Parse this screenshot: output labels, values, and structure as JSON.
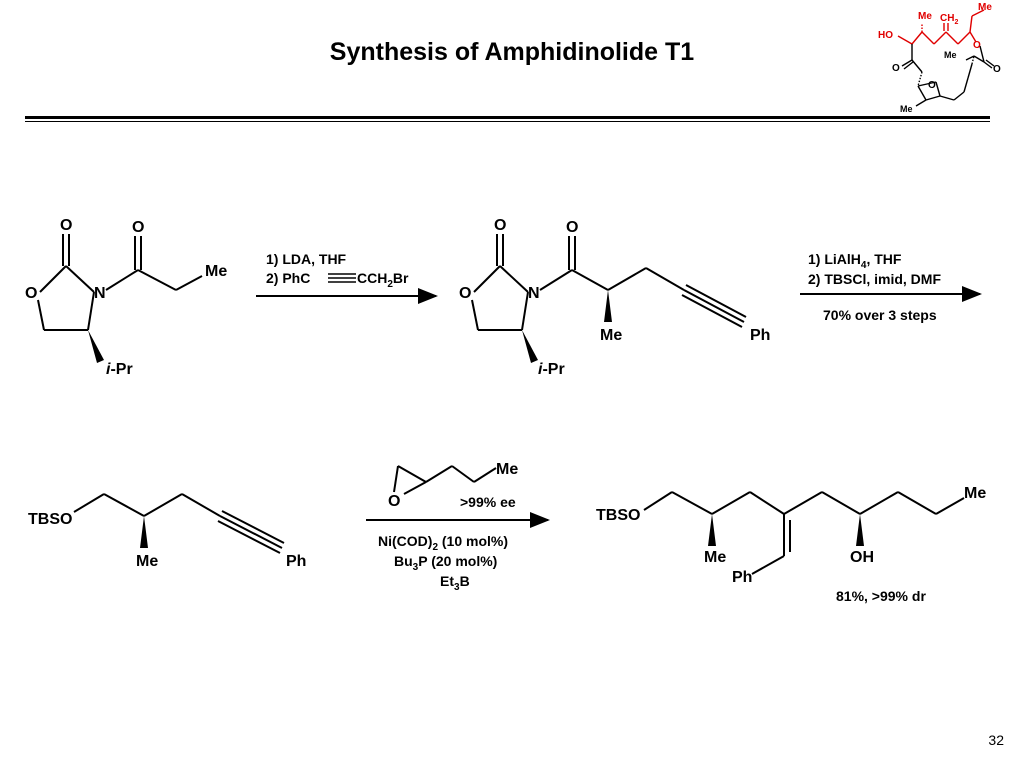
{
  "slide": {
    "title": "Synthesis of Amphidinolide T1",
    "page_number": "32"
  },
  "colors": {
    "target_highlight": "#e00000",
    "ink": "#000000"
  },
  "target_molecule": {
    "labels": {
      "ho": "HO",
      "me_top": "Me",
      "ch": "CH",
      "ch_sub": "2",
      "me_right": "Me",
      "o_ring": "O",
      "o_ketone": "O",
      "me_lactone": "Me",
      "o_lactone": "O",
      "o_thf": "O",
      "me_bottom": "Me"
    }
  },
  "row1": {
    "oxazolidinone_1": {
      "o_carbonyl": "O",
      "o_acyl": "O",
      "o_ring": "O",
      "n": "N",
      "me": "Me",
      "ipr_i": "i",
      "ipr_rest": "-Pr"
    },
    "step1": {
      "line1": "1)  LDA, THF",
      "line2_prefix": "2)  PhC",
      "line2_suffix": "CCH",
      "line2_sub": "2",
      "line2_end": "Br"
    },
    "oxazolidinone_2": {
      "o_carbonyl": "O",
      "o_acyl": "O",
      "o_ring": "O",
      "n": "N",
      "me": "Me",
      "ph": "Ph",
      "ipr_i": "i",
      "ipr_rest": "-Pr"
    },
    "step2": {
      "line1_prefix": "1) LiAlH",
      "line1_sub": "4",
      "line1_suffix": ", THF",
      "line2": "2) TBSCl, imid, DMF",
      "yield": "70% over 3 steps"
    }
  },
  "row2": {
    "alkyne": {
      "tbso": "TBSO",
      "me": "Me",
      "ph": "Ph"
    },
    "step3": {
      "epoxide": {
        "o": "O",
        "me": "Me"
      },
      "ee": ">99% ee",
      "line1_prefix": "Ni(COD)",
      "line1_sub": "2",
      "line1_suffix": " (10 mol%)",
      "line2_prefix": "Bu",
      "line2_sub": "3",
      "line2_suffix": "P (20 mol%)",
      "line3_prefix": "Et",
      "line3_sub": "3",
      "line3_suffix": "B"
    },
    "product": {
      "tbso": "TBSO",
      "me_left": "Me",
      "me_right": "Me",
      "ph": "Ph",
      "oh": "OH",
      "yield": "81%, >99% dr"
    }
  }
}
